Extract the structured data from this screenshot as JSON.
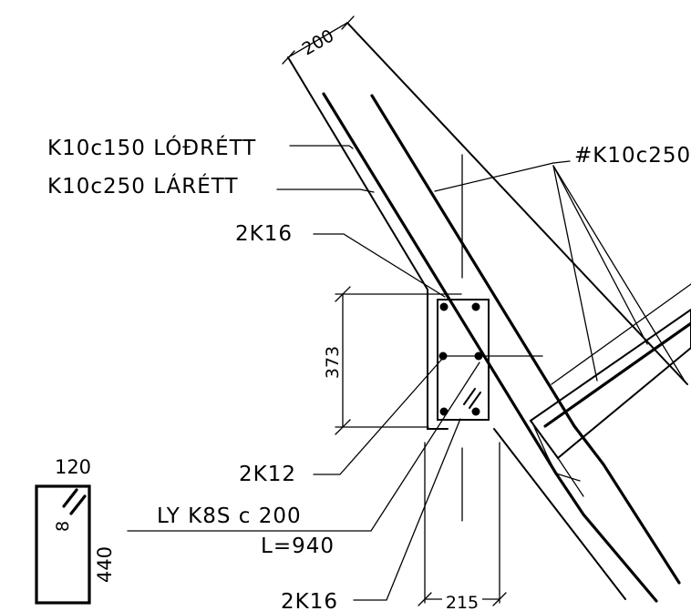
{
  "labels": {
    "k10c150": "K10c150 LÓÐRÉTT",
    "k10c250": "K10c250 LÁRÉTT",
    "hash_k10c250": "#K10c250",
    "top_2k16": "2K16",
    "mid_2k12": "2K12",
    "stirrup": "LY K8S c 200",
    "stirrup_length": "L=940",
    "bottom_2k16": "2K16"
  },
  "dimensions": {
    "wall_thickness": "200",
    "beam_height": "373",
    "beam_width": "215",
    "stirrup_width": "120",
    "stirrup_height": "440",
    "stirrup_hook": "8"
  }
}
